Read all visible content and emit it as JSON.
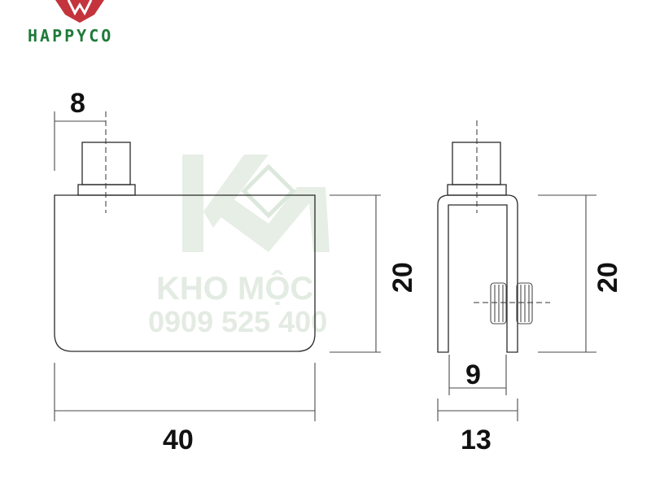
{
  "brand": {
    "name": "HAPPYCO",
    "colors": {
      "logo_red": "#c4343c",
      "text_green": "#1f7a3a"
    }
  },
  "watermark": {
    "line1": "KHO MỘC",
    "line2": "0909 525 400",
    "color": "#e3ebe3"
  },
  "front_view": {
    "dimensions": {
      "pin_offset": "8",
      "width": "40",
      "height": "20"
    }
  },
  "side_view": {
    "dimensions": {
      "inner_width": "9",
      "outer_width": "13",
      "height": "20"
    }
  }
}
